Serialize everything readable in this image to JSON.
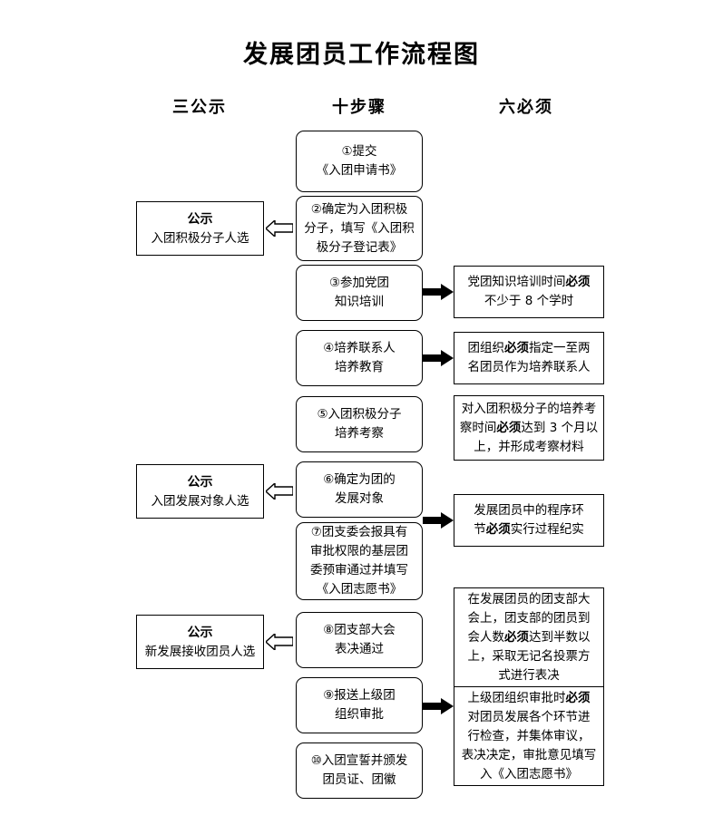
{
  "title": "发展团员工作流程图",
  "columns": {
    "left": "三公示",
    "middle": "十步骤",
    "right": "六必须"
  },
  "steps": [
    {
      "id": "step-1",
      "lines": [
        "①提交",
        "《入团申请书》"
      ]
    },
    {
      "id": "step-2",
      "lines": [
        "②确定为入团积极",
        "分子，填写《入团积",
        "极分子登记表》"
      ]
    },
    {
      "id": "step-3",
      "lines": [
        "③参加党团",
        "知识培训"
      ]
    },
    {
      "id": "step-4",
      "lines": [
        "④培养联系人",
        "培养教育"
      ]
    },
    {
      "id": "step-5",
      "lines": [
        "⑤入团积极分子",
        "培养考察"
      ]
    },
    {
      "id": "step-6",
      "lines": [
        "⑥确定为团的",
        "发展对象"
      ]
    },
    {
      "id": "step-7",
      "lines": [
        "⑦团支委会报具有",
        "审批权限的基层团",
        "委预审通过并填写",
        "《入团志愿书》"
      ]
    },
    {
      "id": "step-8",
      "lines": [
        "⑧团支部大会",
        "表决通过"
      ]
    },
    {
      "id": "step-9",
      "lines": [
        "⑨报送上级团",
        "组织审批"
      ]
    },
    {
      "id": "step-10",
      "lines": [
        "⑩入团宣誓并颁发",
        "团员证、团徽"
      ]
    }
  ],
  "public_notices": [
    {
      "id": "notice-1",
      "heading": "公示",
      "text": "入团积极分子人选"
    },
    {
      "id": "notice-2",
      "heading": "公示",
      "text": "入团发展对象人选"
    },
    {
      "id": "notice-3",
      "heading": "公示",
      "text": "新发展接收团员人选"
    }
  ],
  "requirements": [
    {
      "id": "req-1",
      "lines": [
        [
          {
            "t": "党团知识培训时间",
            "b": false
          },
          {
            "t": "必须",
            "b": true
          }
        ],
        [
          {
            "t": "不少于 8 个学时",
            "b": false
          }
        ]
      ]
    },
    {
      "id": "req-2",
      "lines": [
        [
          {
            "t": "团组织",
            "b": false
          },
          {
            "t": "必须",
            "b": true
          },
          {
            "t": "指定一至两",
            "b": false
          }
        ],
        [
          {
            "t": "名团员作为培养联系人",
            "b": false
          }
        ]
      ]
    },
    {
      "id": "req-3",
      "lines": [
        [
          {
            "t": "对入团积极分子的培养考",
            "b": false
          }
        ],
        [
          {
            "t": "察时间",
            "b": false
          },
          {
            "t": "必须",
            "b": true
          },
          {
            "t": "达到 3 个月以",
            "b": false
          }
        ],
        [
          {
            "t": "上，并形成考察材料",
            "b": false
          }
        ]
      ]
    },
    {
      "id": "req-4",
      "lines": [
        [
          {
            "t": "发展团员中的程序环",
            "b": false
          }
        ],
        [
          {
            "t": "节",
            "b": false
          },
          {
            "t": "必须",
            "b": true
          },
          {
            "t": "实行过程纪实",
            "b": false
          }
        ]
      ]
    },
    {
      "id": "req-5",
      "lines": [
        [
          {
            "t": "在发展团员的团支部大",
            "b": false
          }
        ],
        [
          {
            "t": "会上，团支部的团员到",
            "b": false
          }
        ],
        [
          {
            "t": "会人数",
            "b": false
          },
          {
            "t": "必须",
            "b": true
          },
          {
            "t": "达到半数以",
            "b": false
          }
        ],
        [
          {
            "t": "上，采取无记名投票方",
            "b": false
          }
        ],
        [
          {
            "t": "式进行表决",
            "b": false
          }
        ]
      ]
    },
    {
      "id": "req-6",
      "lines": [
        [
          {
            "t": "上级团组织审批时",
            "b": false
          },
          {
            "t": "必须",
            "b": true
          }
        ],
        [
          {
            "t": "对团员发展各个环节进",
            "b": false
          }
        ],
        [
          {
            "t": "行检查，并集体审议，",
            "b": false
          }
        ],
        [
          {
            "t": "表决决定，审批意见填写",
            "b": false
          }
        ],
        [
          {
            "t": "入《入团志愿书》",
            "b": false
          }
        ]
      ]
    }
  ],
  "arrows": [
    {
      "id": "arrow-to-notice-1",
      "dir": "left"
    },
    {
      "id": "arrow-to-notice-2",
      "dir": "left"
    },
    {
      "id": "arrow-to-notice-3",
      "dir": "left"
    },
    {
      "id": "arrow-to-req-1",
      "dir": "right"
    },
    {
      "id": "arrow-to-req-2",
      "dir": "right"
    },
    {
      "id": "arrow-to-req-4",
      "dir": "right"
    },
    {
      "id": "arrow-to-req-6",
      "dir": "right"
    }
  ],
  "colors": {
    "stroke": "#000000",
    "background": "#ffffff"
  }
}
